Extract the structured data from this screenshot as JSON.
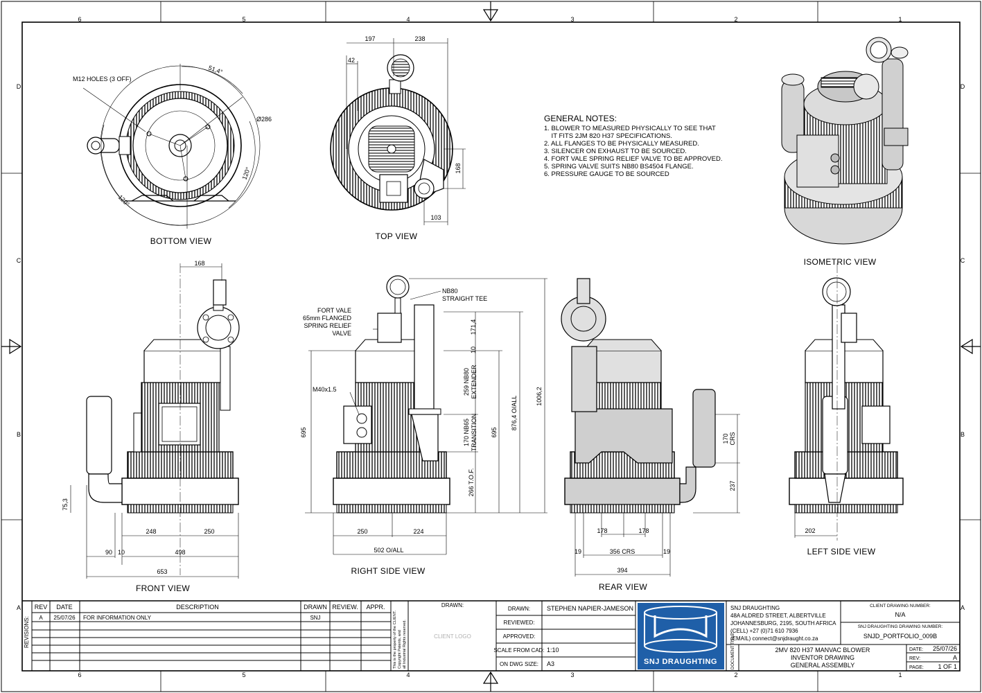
{
  "zone_numbers": [
    "6",
    "5",
    "4",
    "3",
    "2",
    "1"
  ],
  "zone_letters": [
    "D",
    "C",
    "B",
    "A"
  ],
  "views": {
    "bottom": "BOTTOM VIEW",
    "top": "TOP VIEW",
    "isometric": "ISOMETRIC VIEW",
    "front": "FRONT VIEW",
    "right": "RIGHT SIDE VIEW",
    "rear": "REAR VIEW",
    "left": "LEFT SIDE VIEW"
  },
  "notes": {
    "title": "GENERAL NOTES:",
    "lines": [
      "1. BLOWER TO MEASURED PHYSICALLY TO SEE THAT",
      "    IT FITS 2JM 820 H37 SPECIFICATIONS.",
      "2. ALL FLANGES TO BE PHYSICALLY MEASURED.",
      "3. SILENCER ON EXHAUST TO BE SOURCED.",
      "4. FORT VALE SPRING RELIEF VALVE TO BE APPROVED.",
      "5. SPRING VALVE SUITS NB80 BS4504 FLANGE.",
      "6. PRESSURE GAUGE TO BE SOURCED"
    ]
  },
  "bottom_view": {
    "holes": "M12 HOLES (3 OFF)",
    "angle_a": "51,4°",
    "dia": "Ø286",
    "angle_b": "120°",
    "angle_c": "120°"
  },
  "top_view": {
    "d197": "197",
    "d238": "238",
    "d42": "42",
    "d168": "168",
    "d103": "103"
  },
  "front_view": {
    "d168": "168",
    "d75": "75,3",
    "d248": "248",
    "d250": "250",
    "d90": "90",
    "d10": "10",
    "d498": "498",
    "d653": "653"
  },
  "right_view": {
    "nb80": "NB80",
    "tee": "STRAIGHT TEE",
    "valve": [
      "FORT VALE",
      "65mm FLANGED",
      "SPRING RELIEF",
      "VALVE"
    ],
    "m40": "M40x1.5",
    "d171": "171,4",
    "d10": "10",
    "d259": "259 NB80",
    "ext": "EXTENDER",
    "d170": "170 NB65",
    "trans": "TRANSITION",
    "d266": "266 T.O.F.",
    "d695a": "695",
    "d695b": "695",
    "d876": "876,4 O/ALL",
    "d1006": "1006,2",
    "d250": "250",
    "d224": "224",
    "d502": "502 O/ALL"
  },
  "rear_view": {
    "d178a": "178",
    "d178b": "178",
    "d19a": "19",
    "d356": "356 CRS",
    "d19b": "19",
    "d394": "394",
    "d170": "170",
    "crs": "CRS",
    "d237": "237"
  },
  "left_view": {
    "d202": "202"
  },
  "revisions": {
    "side": "REVISIONS:",
    "headers": [
      "REV",
      "DATE",
      "DESCRIPTION",
      "DRAWN",
      "REVIEW.",
      "APPR."
    ],
    "row": [
      "A",
      "25/07/26",
      "FOR INFORMATION ONLY",
      "SNJ",
      "",
      ""
    ],
    "copyright": [
      "This is the property of the CLIENT.",
      "Copyright Patents, and",
      "all Industrial Rights reserved."
    ]
  },
  "client": {
    "drawn_label": "DRAWN:",
    "logo": "CLIENT LOGO"
  },
  "signoff": {
    "drawn_label": "DRAWN:",
    "drawn_value": "STEPHEN NAPIER-JAMESON",
    "reviewed_label": "REVIEWED:",
    "reviewed_value": "",
    "approved_label": "APPROVED:",
    "approved_value": "",
    "scale_label": "SCALE FROM CAD:",
    "scale_value": "1:10",
    "size_label": "ON DWG SIZE:",
    "size_value": "A3"
  },
  "logo": {
    "text": "SNJ DRAUGHTING",
    "color": "#1f5fa8"
  },
  "company": {
    "lines": [
      "SNJ DRAUGHTING",
      "48A ALDRED STREET, ALBERTVILLE",
      "JOHANNESBURG, 2195, SOUTH AFRICA",
      "(CELL) +27 (0)71 610 7936",
      "(EMAIL) connect@snjdraught.co.za"
    ]
  },
  "client_drawing": {
    "label": "CLIENT DRAWING NUMBER:",
    "value": "N/A"
  },
  "snj_drawing": {
    "label": "SNJ DRAUGHTING DRAWING NUMBER:",
    "value": "SNJD_PORTFOLIO_009B"
  },
  "doc_title": {
    "label": "DOCUMENT TITLE:",
    "lines": [
      "2MV 820 H37 MANVAC BLOWER",
      "INVENTOR DRAWING",
      "GENERAL ASSEMBLY"
    ]
  },
  "meta": {
    "date_label": "DATE:",
    "date_value": "25/07/26",
    "rev_label": "REV:",
    "rev_value": "A",
    "page_label": "PAGE:",
    "page_value": "1 OF 1"
  }
}
